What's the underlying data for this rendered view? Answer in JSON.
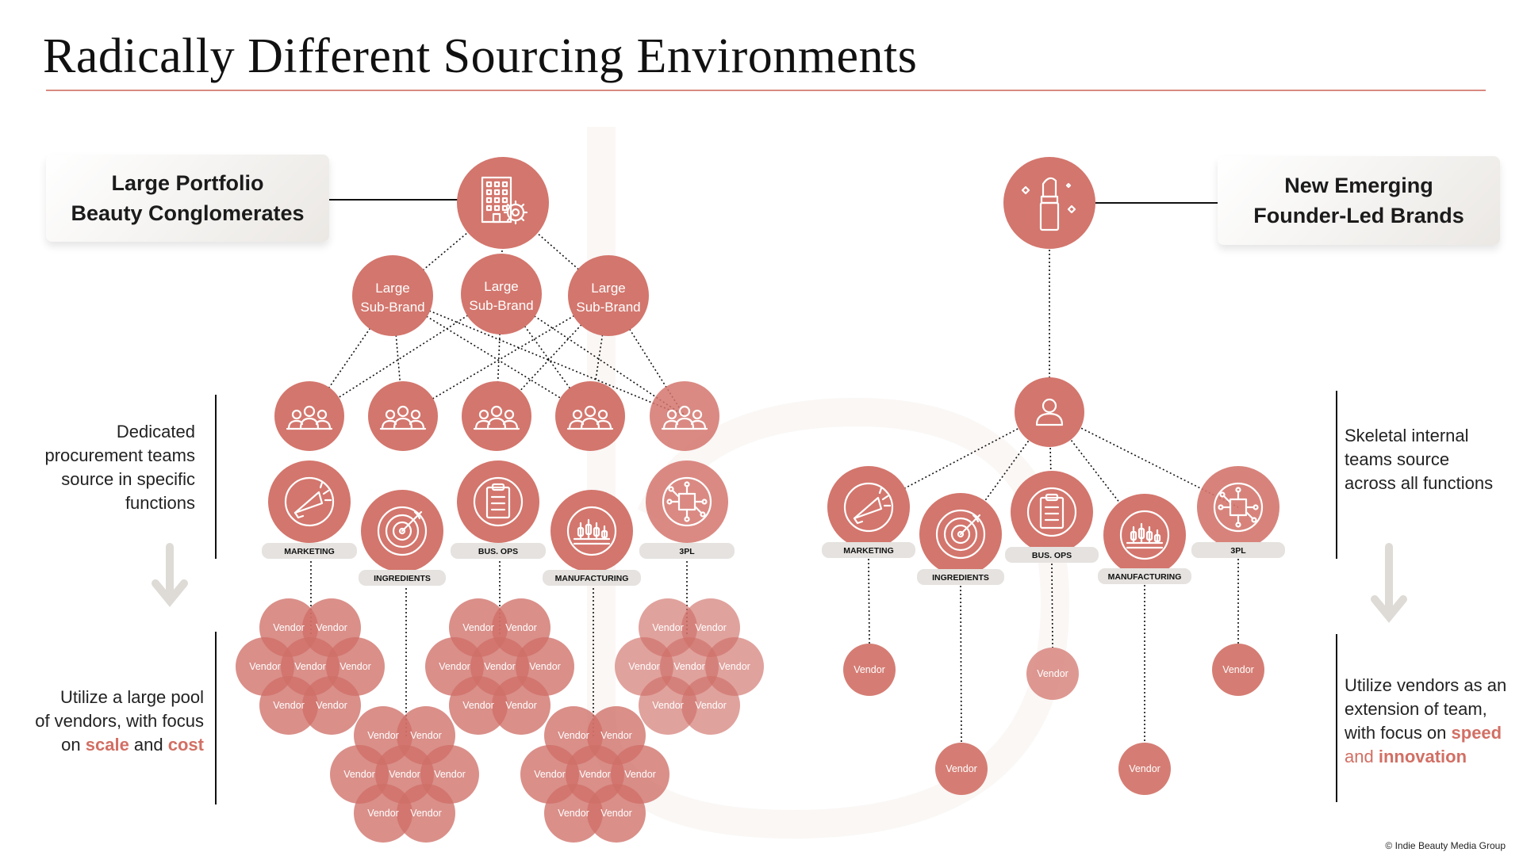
{
  "title": "Radically Different Sourcing Environments",
  "left": {
    "header": [
      "Large Portfolio",
      "Beauty Conglomerates"
    ],
    "icon": "building-gear-icon",
    "sub_brands": [
      {
        "label": [
          "Large",
          "Sub-Brand"
        ]
      },
      {
        "label": [
          "Large",
          "Sub-Brand"
        ]
      },
      {
        "label": [
          "Large",
          "Sub-Brand"
        ]
      }
    ],
    "team_icon": "team-icon",
    "functions": [
      "MARKETING",
      "INGREDIENTS",
      "BUS. OPS",
      "MANUFACTURING",
      "3PL"
    ],
    "vendor_label": "Vendor",
    "text_top": [
      "Dedicated",
      "procurement teams",
      "source in specific",
      "functions"
    ],
    "text_bottom": {
      "line1": "Utilize a large pool",
      "line2": "of vendors, with focus",
      "prefix": "on ",
      "hl1": "scale",
      "mid": " and ",
      "hl2": "cost"
    }
  },
  "right": {
    "header": [
      "New Emerging",
      "Founder-Led Brands"
    ],
    "icon": "lipstick-icon",
    "person_icon": "person-icon",
    "functions": [
      "MARKETING",
      "INGREDIENTS",
      "BUS. OPS",
      "MANUFACTURING",
      "3PL"
    ],
    "vendor_label": "Vendor",
    "text_top": [
      "Skeletal internal",
      "teams source",
      "across all functions"
    ],
    "text_bottom": {
      "line1": "Utilize vendors as an",
      "line2": "extension of team,",
      "line3_prefix": "with focus on ",
      "hl1": "speed",
      "line4_prefix": "and ",
      "hl2": "innovation"
    }
  },
  "function_icons": [
    "megaphone-icon",
    "target-icon",
    "clipboard-icon",
    "lab-test-tubes-icon",
    "chip-network-icon"
  ],
  "credit": "© Indie Beauty Media Group",
  "colors": {
    "accent": "#d3766d",
    "rule": "#d98a80",
    "pill": "#e5e2df"
  }
}
